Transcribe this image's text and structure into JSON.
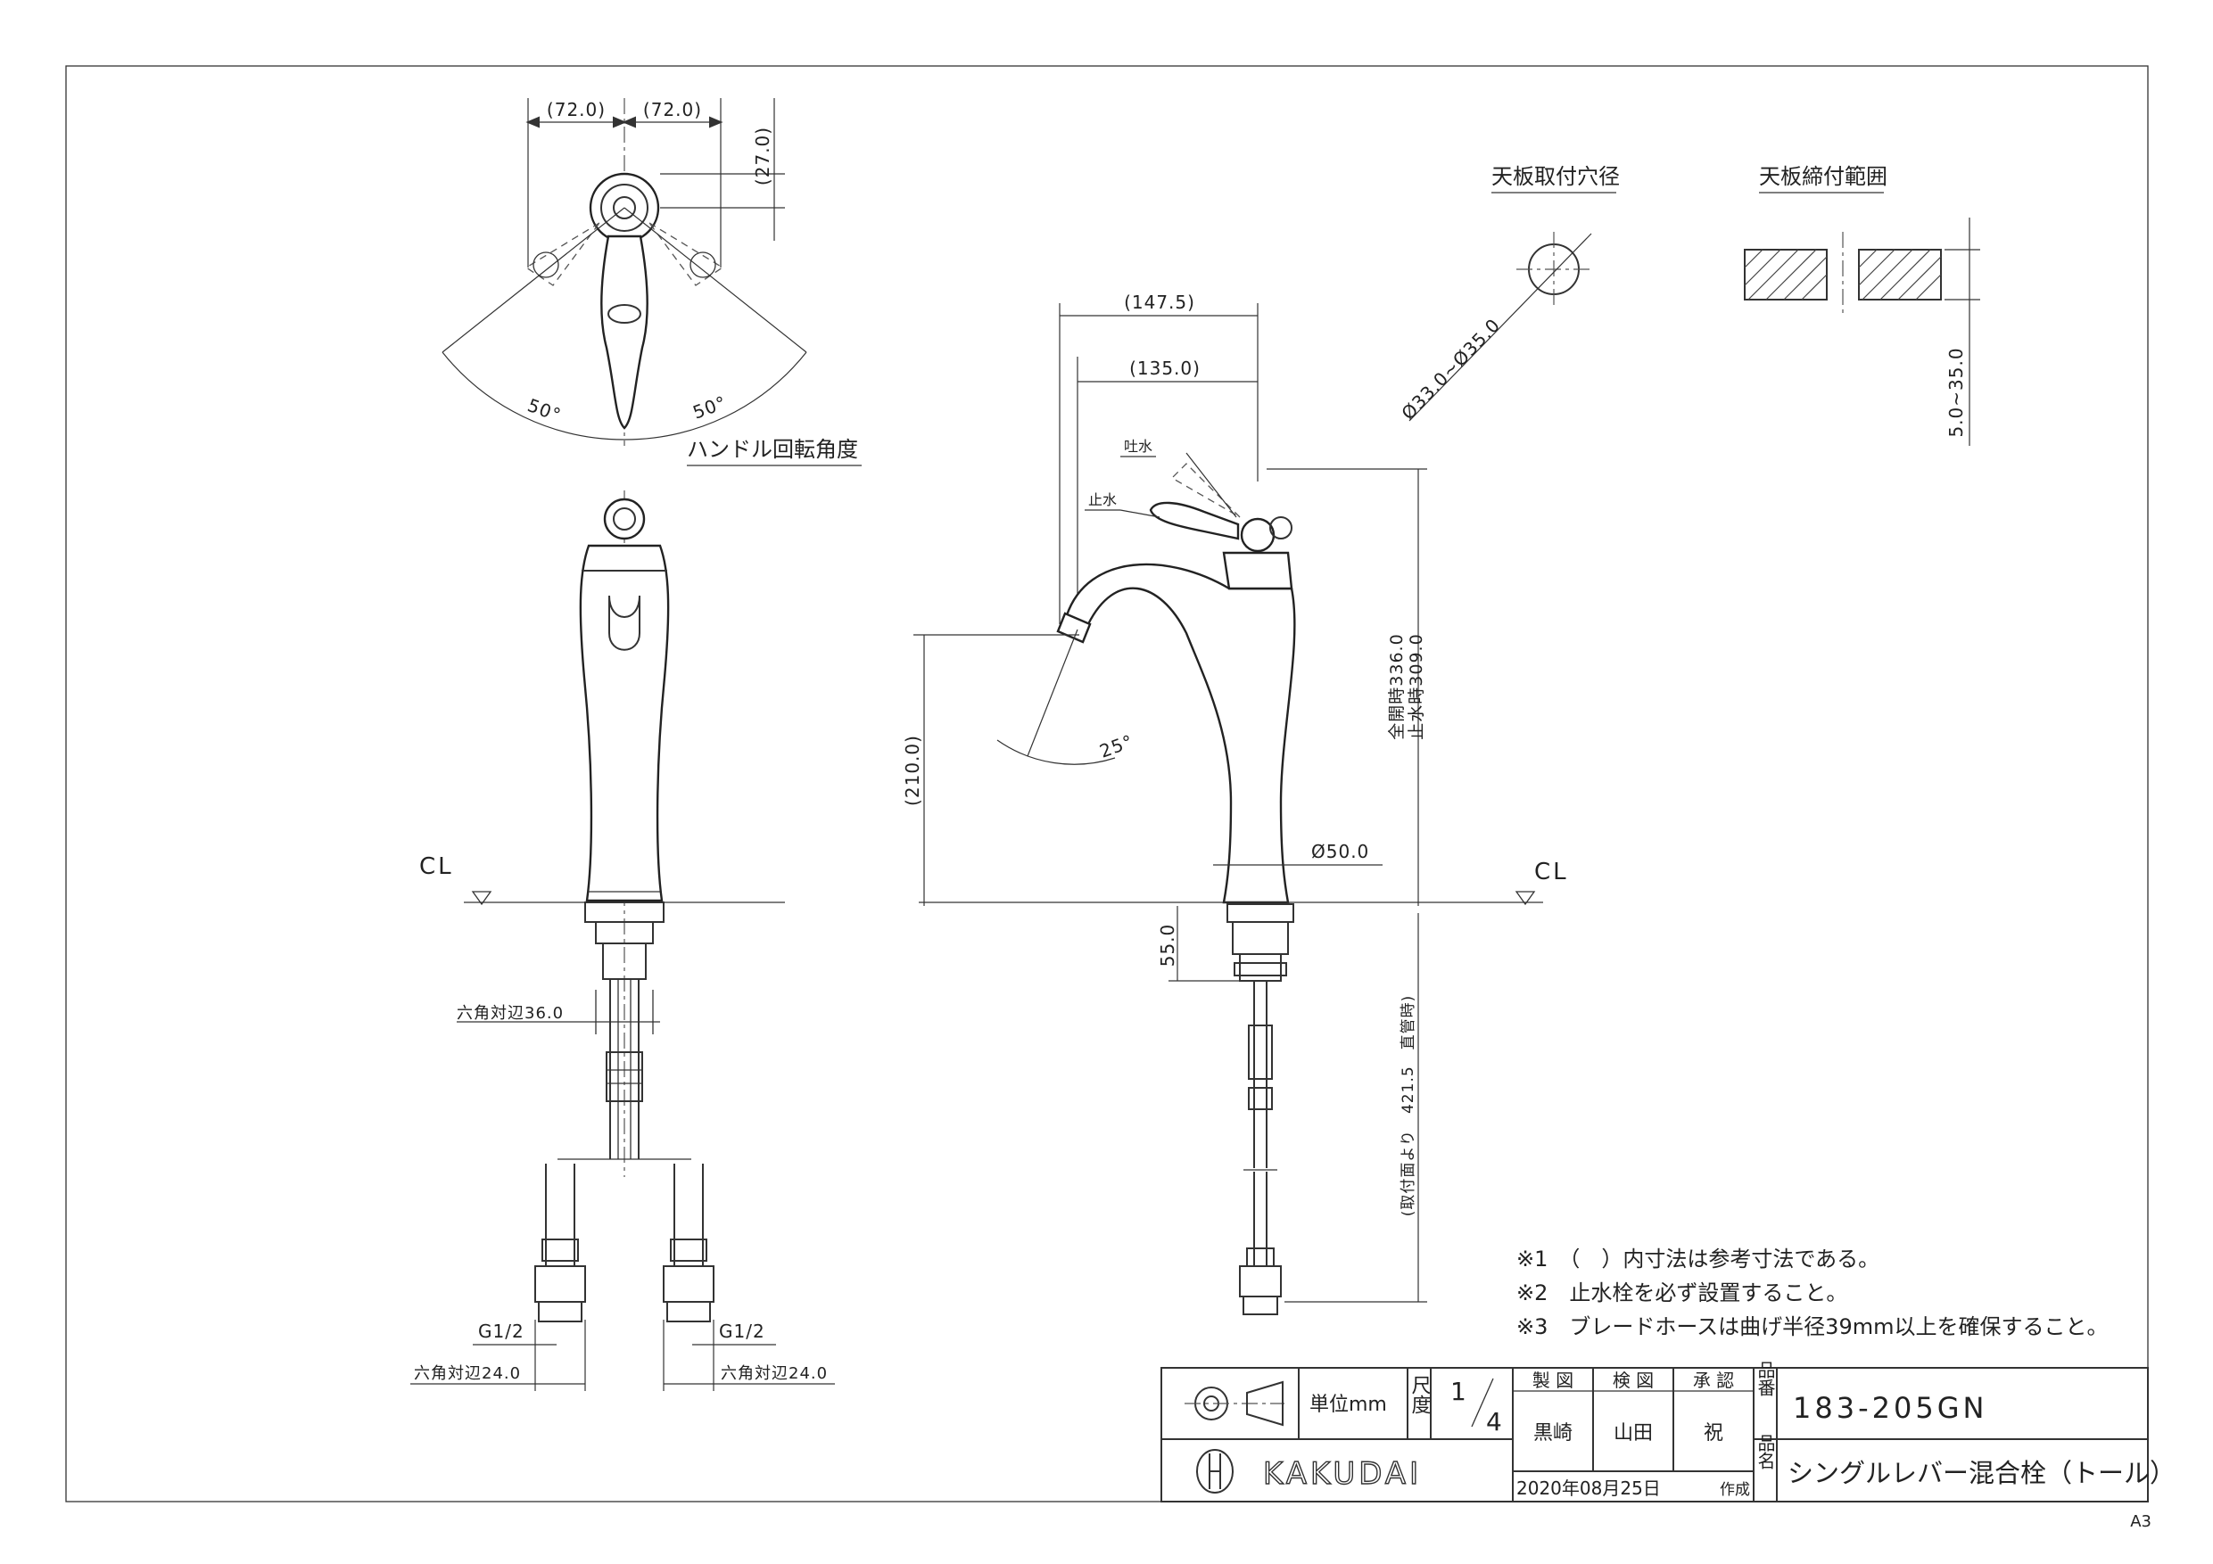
{
  "sheet_size": "A3",
  "title_block": {
    "scale_label": "尺度",
    "scale_num": "1",
    "scale_den": "4",
    "unit": "単位mm",
    "roles": {
      "design": "製 図",
      "check": "検 図",
      "approve": "承 認"
    },
    "names": {
      "design": "黒崎",
      "check": "山田",
      "approve": "祝"
    },
    "date": "2020年08月25日",
    "date_suffix": "作成",
    "part_no_label": "品番",
    "part_no": "183-205GN",
    "part_name_label": "品名",
    "part_name": "シングルレバー混合栓（トール）",
    "company": "KAKUDAI"
  },
  "notes": [
    "※1　（　）内寸法は参考寸法である。",
    "※2　止水栓を必ず設置すること。",
    "※3　ブレードホースは曲げ半径39mm以上を確保すること。"
  ],
  "labels": {
    "handle_rotation": "ハンドル回転角度",
    "counter_hole": "天板取付穴径",
    "counter_range": "天板締付範囲",
    "spout_water": "吐水",
    "stop_water": "止水",
    "cl_left": "CL",
    "cl_right": "CL"
  },
  "dims": {
    "top_left": "(72.0)",
    "top_right": "(72.0)",
    "top_height": "(27.0)",
    "angle_left": "50°",
    "angle_right": "50°",
    "hole_dia": "Ø33.0~Ø35.0",
    "range": "5.0~35.0",
    "reach_outer": "(147.5)",
    "reach_inner": "(135.0)",
    "spout_angle": "25°",
    "spout_height": "(210.0)",
    "total_height_1": "全開時336.0",
    "total_height_2": "止水時309.0",
    "body_dia": "Ø50.0",
    "shank": "55.0",
    "hex_nut": "六角対辺36.0",
    "hose_length": "(取付面より　421.5　直管時)",
    "thread_left": "G1/2",
    "thread_right": "G1/2",
    "hex_left": "六角対辺24.0",
    "hex_right": "六角対辺24.0"
  }
}
